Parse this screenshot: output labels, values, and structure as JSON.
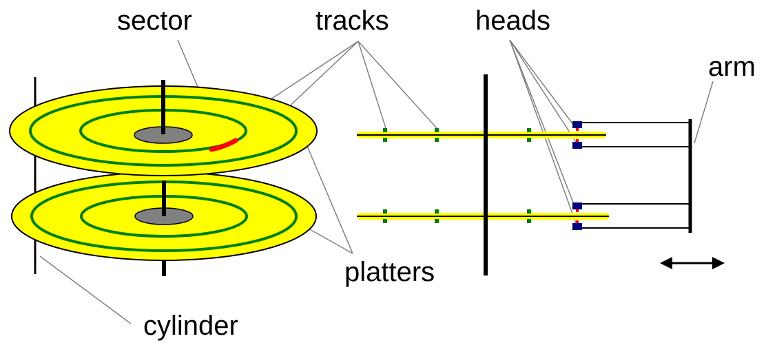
{
  "labels": {
    "sector": "sector",
    "tracks": "tracks",
    "heads": "heads",
    "arm": "arm",
    "platters": "platters",
    "cylinder": "cylinder"
  },
  "colors": {
    "platter_fill": "#ffff00",
    "platter_edge": "#000000",
    "track": "#008000",
    "sector": "#ff0000",
    "hub": "#808080",
    "head": "#000080",
    "leader": "#808080",
    "spindle": "#000000"
  },
  "icons": {
    "motion": "double-arrow-horizontal-icon"
  }
}
